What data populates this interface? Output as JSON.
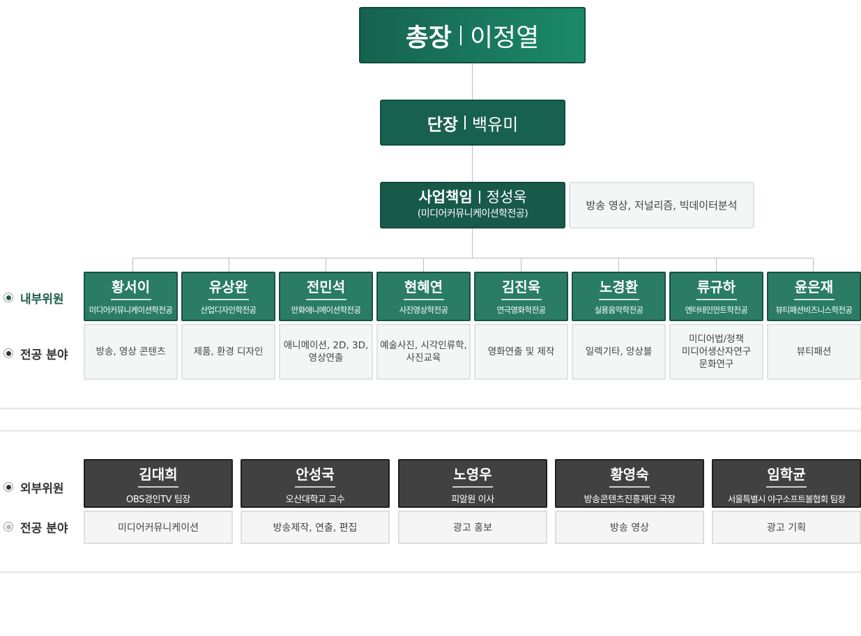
{
  "president": {
    "role": "총장",
    "name": "이정열"
  },
  "dean": {
    "role": "단장",
    "name": "백유미"
  },
  "director": {
    "role": "사업책임",
    "name": "정성욱",
    "dept": "(미디어커뮤니케이션학전공)",
    "fields": "방송 영상, 저널리즘, 빅데이터분석"
  },
  "internal": {
    "label": "내부위원",
    "field_label": "전공 분야",
    "members": [
      {
        "name": "황서이",
        "dept": "미디어커뮤니케이션학전공",
        "field": "방송, 영상 콘텐츠"
      },
      {
        "name": "유상완",
        "dept": "산업디자인학전공",
        "field": "제품, 환경 디자인"
      },
      {
        "name": "전민석",
        "dept": "만화애니메이션학전공",
        "field": "애니메이션, 2D, 3D,\n영상연출"
      },
      {
        "name": "현혜연",
        "dept": "사진영상학전공",
        "field": "예술사진, 시각인류학,\n사진교육"
      },
      {
        "name": "김진욱",
        "dept": "연극영화학전공",
        "field": "영화연출 및 제작"
      },
      {
        "name": "노경환",
        "dept": "실용음악학전공",
        "field": "일렉기타, 앙상블"
      },
      {
        "name": "류규하",
        "dept": "엔터테인먼트학전공",
        "field": "미디어법/정책\n미디어생산자연구\n문화연구"
      },
      {
        "name": "윤은재",
        "dept": "뷰티패션비즈니스학전공",
        "field": "뷰티패션"
      }
    ]
  },
  "external": {
    "label": "외부위원",
    "field_label": "전공 분야",
    "members": [
      {
        "name": "김대희",
        "role": "OBS경인TV 팀장",
        "field": "미디어커뮤니케이션"
      },
      {
        "name": "안성국",
        "role": "오산대학교 교수",
        "field": "방송제작, 연출, 편집"
      },
      {
        "name": "노영우",
        "role": "피알원 이사",
        "field": "광고 홍보"
      },
      {
        "name": "황영숙",
        "role": "방송콘텐츠진흥재단 국장",
        "field": "방송 영상"
      },
      {
        "name": "임학균",
        "role": "서울특별시 야구소프트볼협회 팀장",
        "field": "광고 기획"
      }
    ]
  }
}
